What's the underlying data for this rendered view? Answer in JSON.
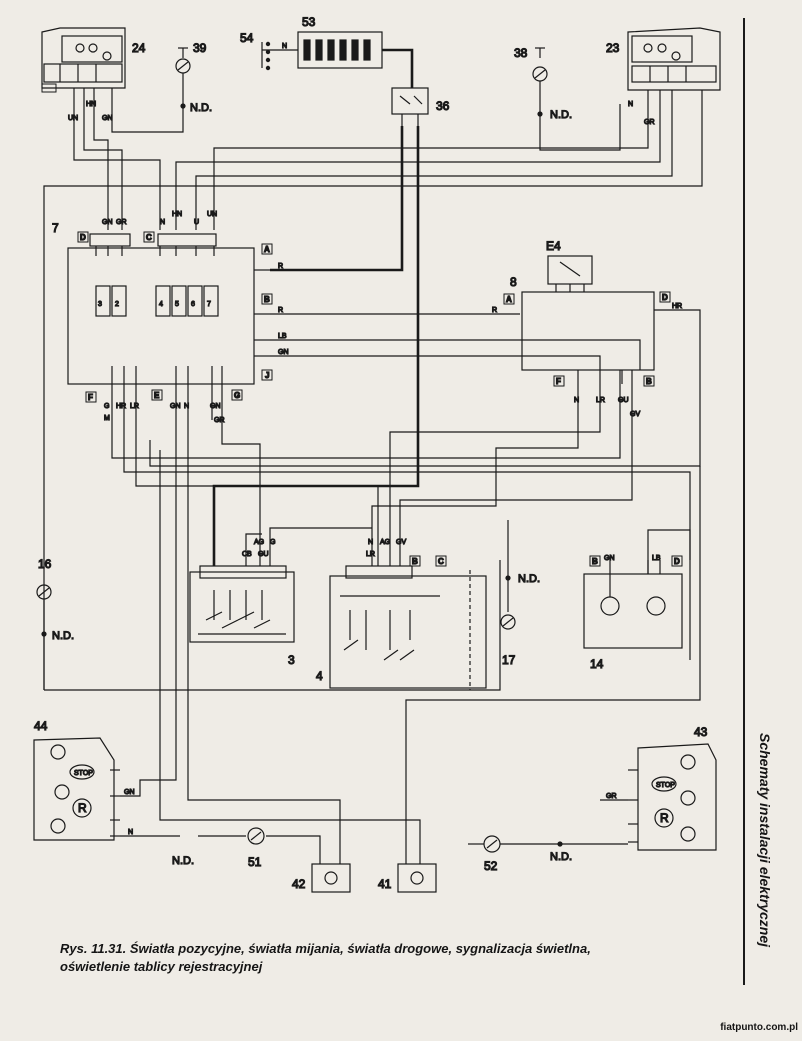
{
  "caption": {
    "line1": "Rys. 11.31. Światła pozycyjne, światła mijania, światła drogowe, sygnalizacja świetlna,",
    "line2": "oświetlenie tablicy rejestracyjnej"
  },
  "side_title": "Schematy instalacji elektrycznej",
  "watermark": "fiatpunto.com.pl",
  "ground_label": "N.D.",
  "components": {
    "c3": "3",
    "c4": "4",
    "c7": "7",
    "c8": "8",
    "c14": "14",
    "c16": "16",
    "c17": "17",
    "c23": "23",
    "c24": "24",
    "c36": "36",
    "c38": "38",
    "c39": "39",
    "c41": "41",
    "c42": "42",
    "c43": "43",
    "c44": "44",
    "c51": "51",
    "c52": "52",
    "c53": "53",
    "c54": "54",
    "e4": "E4"
  },
  "fuses": [
    "3",
    "2",
    "4",
    "5",
    "6",
    "7"
  ],
  "connectors": {
    "A": "A",
    "B": "B",
    "C": "C",
    "D": "D",
    "E": "E",
    "F": "F",
    "G": "G",
    "J": "J"
  },
  "lamp_labels": {
    "stop": "STOP",
    "reverse": "R"
  },
  "wires": {
    "GN": "GN",
    "GR": "GR",
    "HN": "HN",
    "UN": "UN",
    "N": "N",
    "U": "U",
    "HR": "HR",
    "LR": "LR",
    "R": "R",
    "LB": "LB",
    "G": "G",
    "CB": "CB",
    "GU": "GU",
    "AG": "AG",
    "GV": "GV",
    "LB2": "LB",
    "M": "M"
  }
}
